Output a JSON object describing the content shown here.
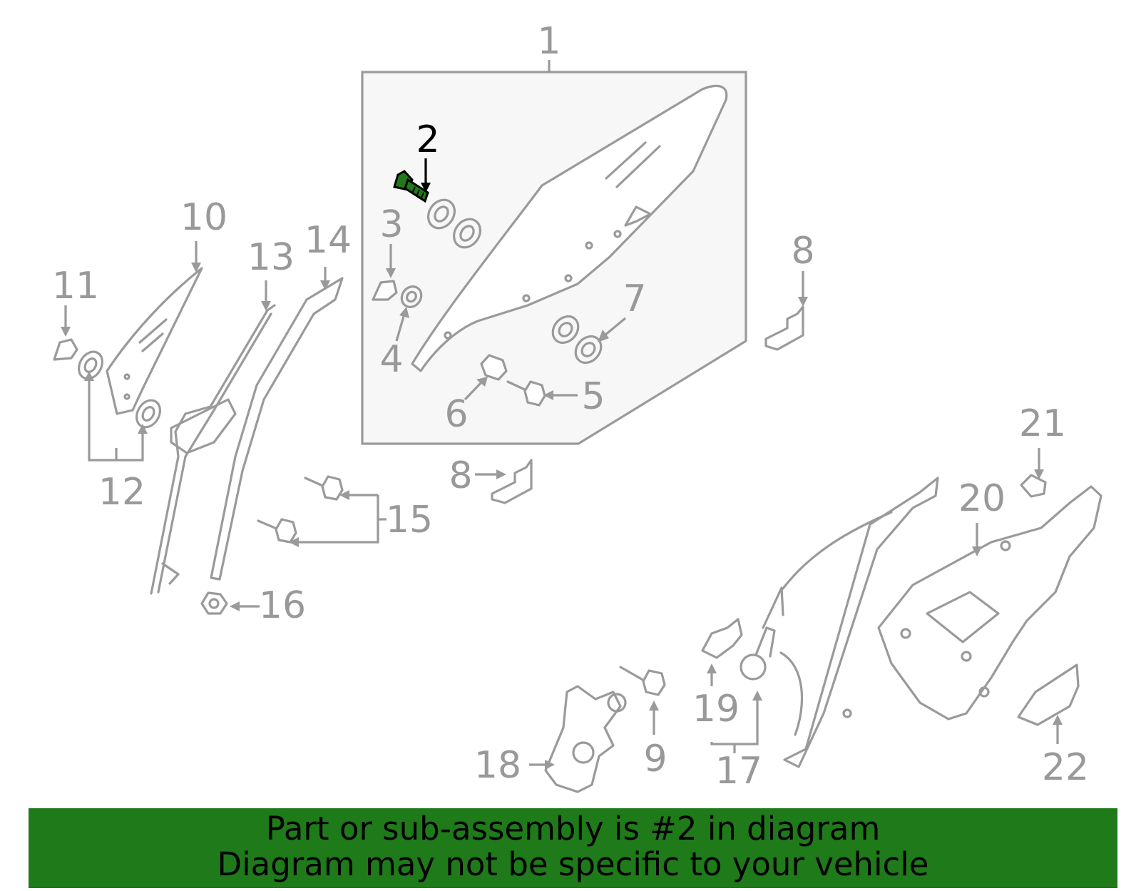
{
  "diagram": {
    "highlighted_part": "2",
    "highlight_color": "#1f7a1a",
    "line_color": "#9a9a9a",
    "callouts": [
      "1",
      "2",
      "3",
      "4",
      "5",
      "6",
      "7",
      "8",
      "8",
      "9",
      "10",
      "11",
      "12",
      "13",
      "14",
      "15",
      "16",
      "17",
      "18",
      "19",
      "20",
      "21",
      "22"
    ]
  },
  "banner": {
    "line1": "Part or sub-assembly is #2 in diagram",
    "line2": "Diagram may not be specific to your vehicle",
    "background": "#1f7a1a"
  }
}
